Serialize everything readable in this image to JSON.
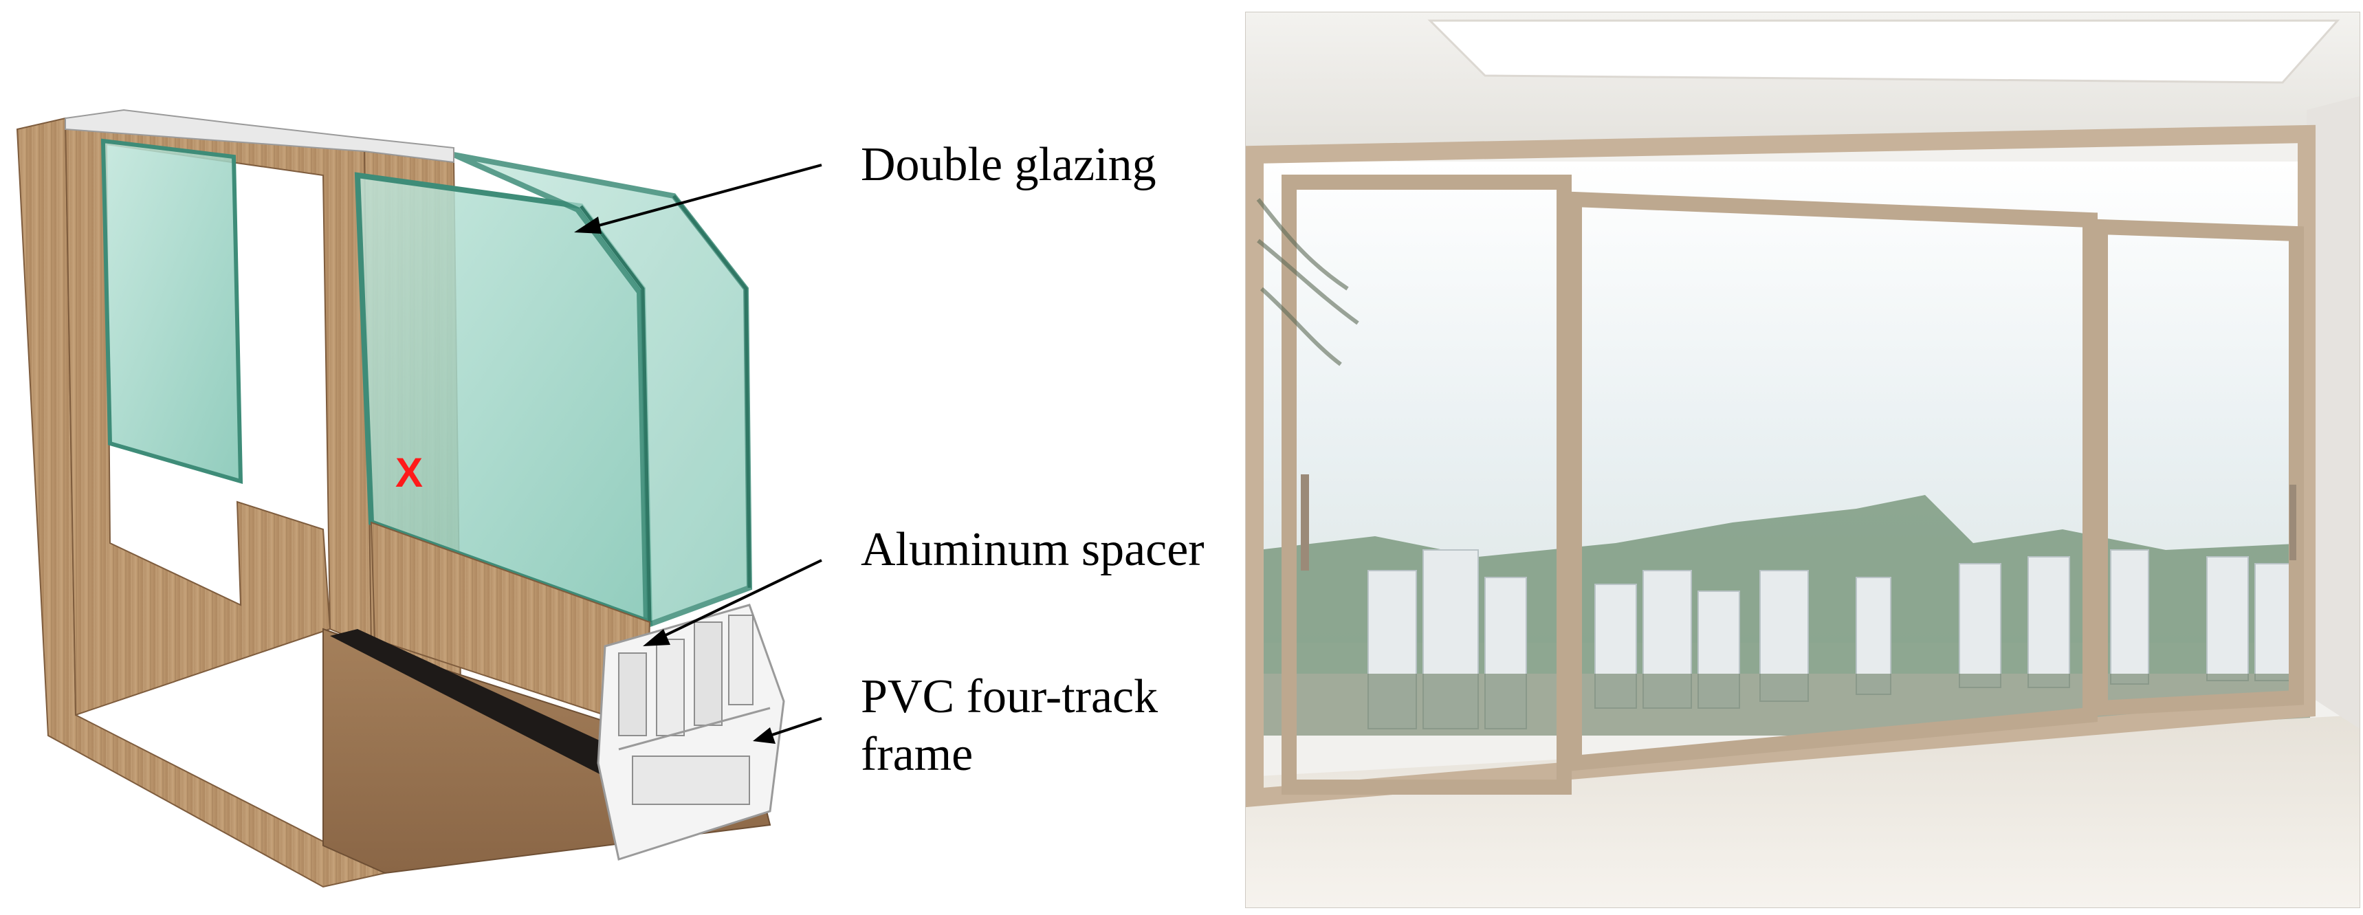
{
  "labels": {
    "double_glazing": "Double glazing",
    "aluminum_spacer": "Aluminum spacer",
    "frame_line1": "PVC four-track",
    "frame_line2": "frame"
  },
  "marker": {
    "text": "X",
    "color": "#ff1a1a"
  },
  "colors": {
    "wood": "#b8926a",
    "wood_dark": "#8d6a48",
    "glass": "#9fd6c8",
    "glass_edge": "#3e8c78",
    "pvc": "#f2f2f2",
    "window_frame": "#c7b29a",
    "sky": "#eef3f5",
    "mountain": "#6f8f74",
    "floor": "#e9e4dc"
  }
}
